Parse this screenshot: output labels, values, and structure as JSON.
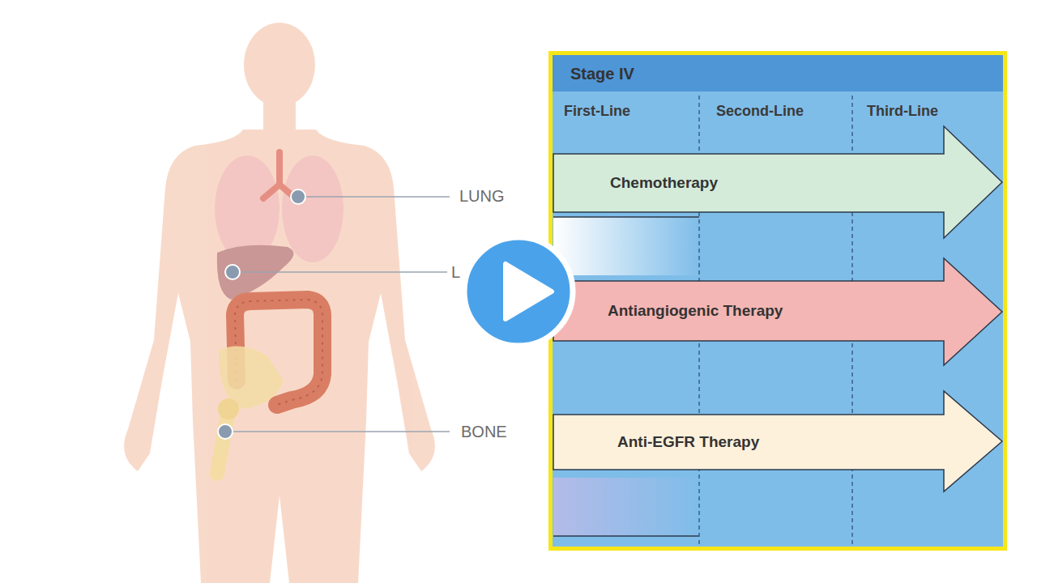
{
  "diagram": {
    "nodes": [
      {
        "text": [
          "Stage IV"
        ]
      },
      {
        "text": [
          "Chemotherapy"
        ],
        "in": 0
      },
      {
        "text": [
          "Antiangiogenic Therapy"
        ],
        "in": 0
      },
      {
        "text": [
          "Anti-EGFR Therapy"
        ],
        "in": 0
      }
    ],
    "labels": [
      "First-Line",
      "Second-Line",
      "Third-Line",
      "LUNG",
      "L",
      "BONE"
    ]
  }
}
